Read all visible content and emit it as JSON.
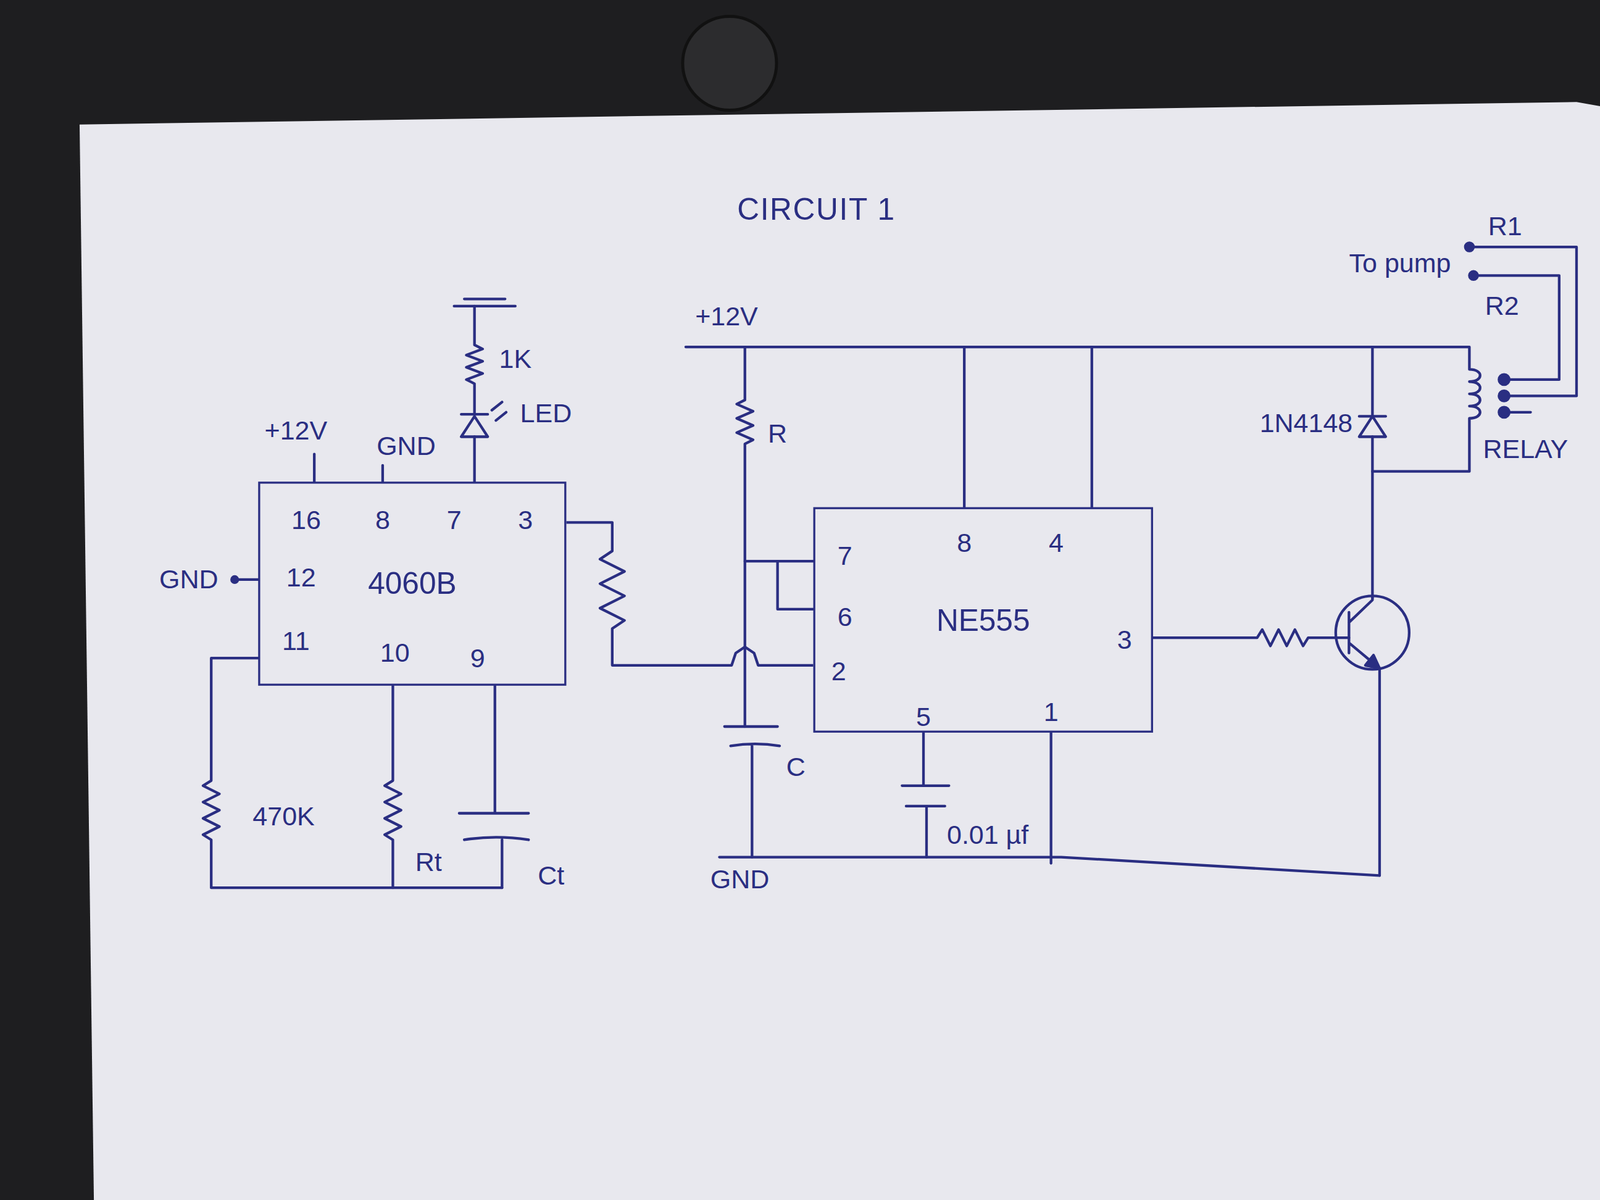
{
  "diagram": {
    "title": "CIRCUIT 1",
    "nodes": [
      {
        "text": [
          "4060B"
        ]
      },
      {
        "text": [
          "NE555"
        ]
      }
    ],
    "edges": [
      {
        "from": 0,
        "to": 1,
        "arrow": "none"
      }
    ],
    "labels": [
      "+12V",
      "GND",
      "1K",
      "LED",
      "16",
      "8",
      "7",
      "3",
      "GND",
      "12",
      "11",
      "10",
      "9",
      "470K",
      "Rt",
      "Ct",
      "+12V",
      "R",
      "7",
      "6",
      "2",
      "8",
      "4",
      "3",
      "5",
      "1",
      "C",
      "0.01 µf",
      "GND",
      "1N4148",
      "RELAY",
      "To pump",
      "R1",
      "R2"
    ]
  }
}
